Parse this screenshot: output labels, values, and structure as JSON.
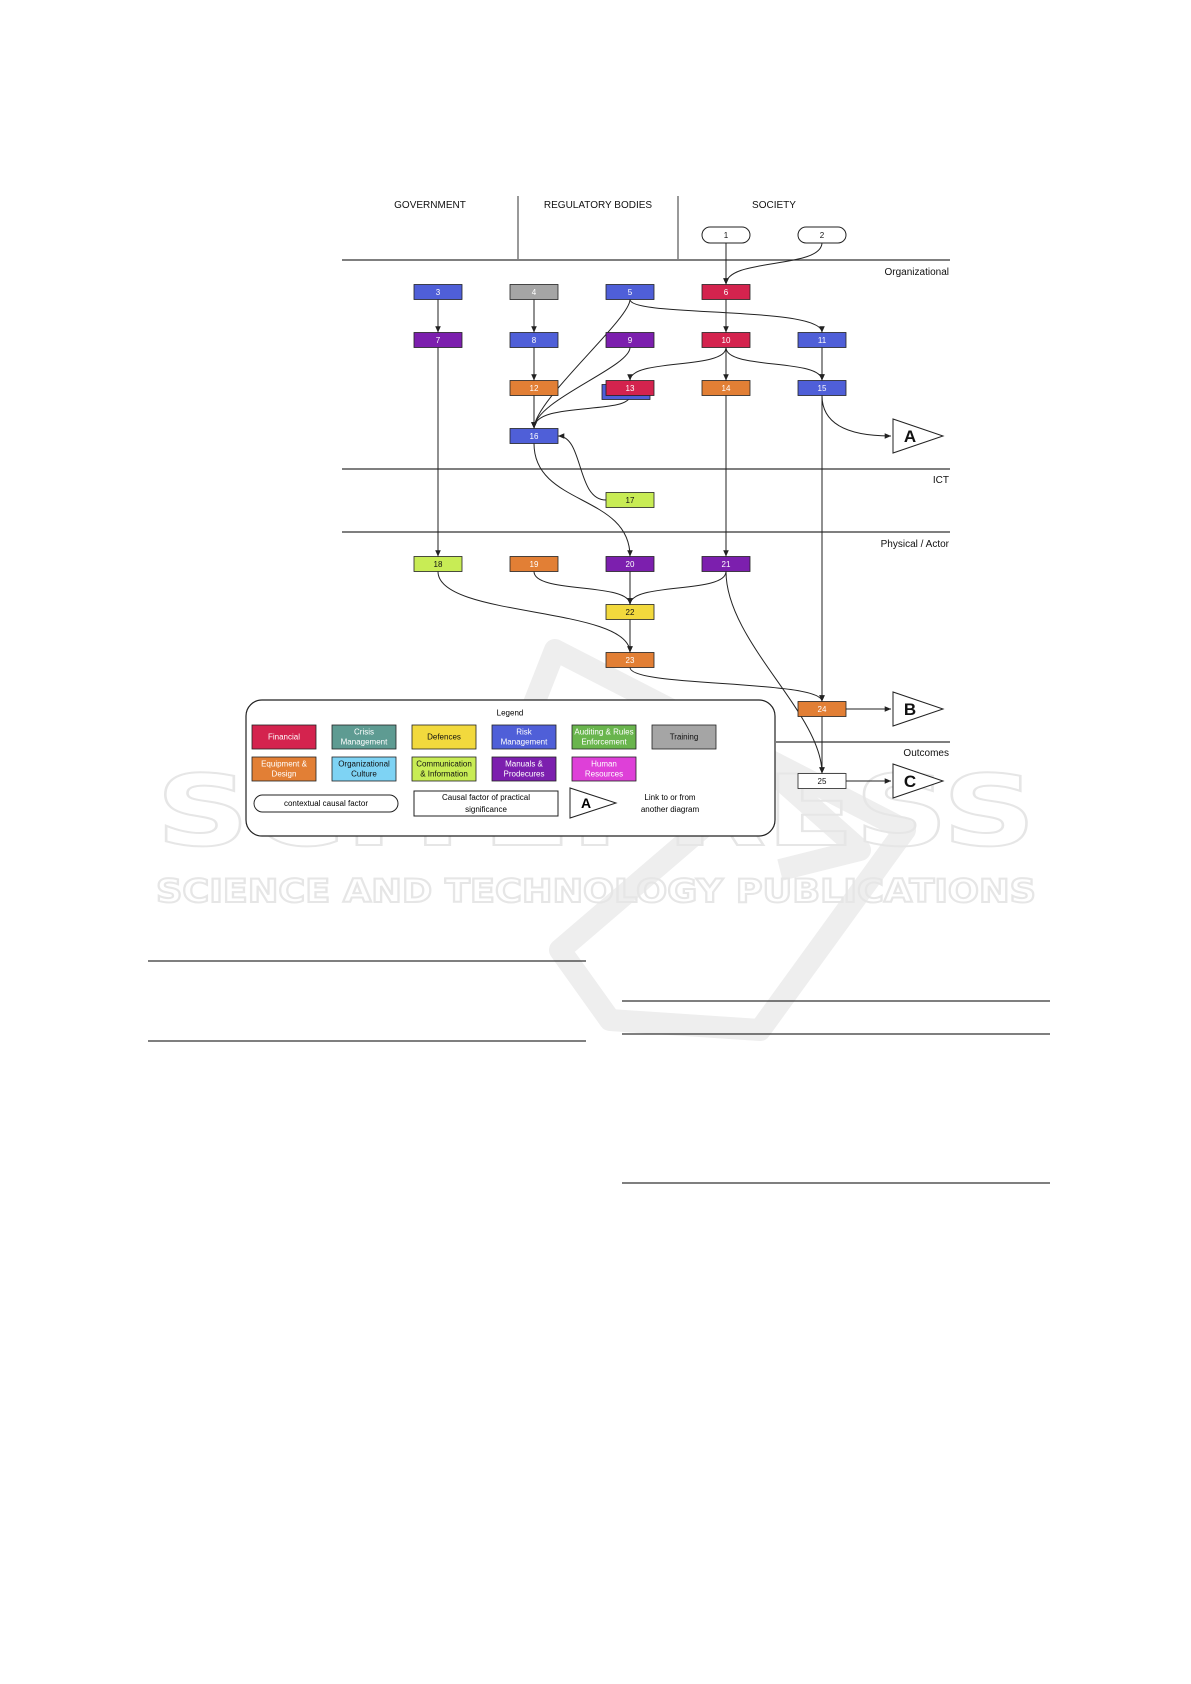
{
  "columns": [
    {
      "id": "government",
      "label": "GOVERNMENT"
    },
    {
      "id": "regulatory",
      "label": "REGULATORY BODIES"
    },
    {
      "id": "society",
      "label": "SOCIETY"
    }
  ],
  "bands": [
    {
      "id": "organizational",
      "label": "Organizational"
    },
    {
      "id": "ict",
      "label": "ICT"
    },
    {
      "id": "physical",
      "label": "Physical / Actor"
    },
    {
      "id": "outcomes",
      "label": "Outcomes"
    }
  ],
  "colors": {
    "financial": "#d4234e",
    "crisis": "#5e9b92",
    "defences": "#f2d93d",
    "risk": "#4f5fd8",
    "auditing": "#69b54d",
    "training": "#a5a5a5",
    "equipment": "#e27f35",
    "culture": "#7ed3f4",
    "communication": "#c8ec55",
    "manuals": "#7c1fae",
    "hr": "#de40d8"
  },
  "nodes": [
    {
      "id": "1",
      "label": "1",
      "type": "context"
    },
    {
      "id": "2",
      "label": "2",
      "type": "context"
    },
    {
      "id": "3",
      "label": "3",
      "category": "risk"
    },
    {
      "id": "4",
      "label": "4",
      "category": "training"
    },
    {
      "id": "5",
      "label": "5",
      "category": "risk"
    },
    {
      "id": "6",
      "label": "6",
      "category": "financial"
    },
    {
      "id": "7",
      "label": "7",
      "category": "manuals"
    },
    {
      "id": "8",
      "label": "8",
      "category": "risk"
    },
    {
      "id": "9",
      "label": "9",
      "category": "manuals"
    },
    {
      "id": "10",
      "label": "10",
      "category": "financial"
    },
    {
      "id": "11",
      "label": "11",
      "category": "risk"
    },
    {
      "id": "12",
      "label": "12",
      "category": "equipment"
    },
    {
      "id": "13",
      "label": "13",
      "category": "financial"
    },
    {
      "id": "14",
      "label": "14",
      "category": "equipment"
    },
    {
      "id": "15",
      "label": "15",
      "category": "risk"
    },
    {
      "id": "16",
      "label": "16",
      "category": "risk"
    },
    {
      "id": "17",
      "label": "17",
      "category": "communication"
    },
    {
      "id": "18",
      "label": "18",
      "category": "communication"
    },
    {
      "id": "19",
      "label": "19",
      "category": "equipment"
    },
    {
      "id": "20",
      "label": "20",
      "category": "manuals"
    },
    {
      "id": "21",
      "label": "21",
      "category": "manuals"
    },
    {
      "id": "22",
      "label": "22",
      "category": "defences"
    },
    {
      "id": "23",
      "label": "23",
      "category": "equipment"
    },
    {
      "id": "24",
      "label": "24",
      "category": "equipment"
    },
    {
      "id": "25",
      "label": "25",
      "category": "outcome"
    }
  ],
  "edges": [
    {
      "from": "1",
      "to": "6"
    },
    {
      "from": "2",
      "to": "6"
    },
    {
      "from": "3",
      "to": "7"
    },
    {
      "from": "4",
      "to": "8"
    },
    {
      "from": "5",
      "to": "11"
    },
    {
      "from": "5",
      "to": "16"
    },
    {
      "from": "6",
      "to": "10"
    },
    {
      "from": "7",
      "to": "18"
    },
    {
      "from": "8",
      "to": "12"
    },
    {
      "from": "9",
      "to": "16"
    },
    {
      "from": "10",
      "to": "13"
    },
    {
      "from": "10",
      "to": "14"
    },
    {
      "from": "10",
      "to": "15"
    },
    {
      "from": "11",
      "to": "15"
    },
    {
      "from": "12",
      "to": "16"
    },
    {
      "from": "13",
      "to": "16"
    },
    {
      "from": "14",
      "to": "21"
    },
    {
      "from": "15",
      "to": "24"
    },
    {
      "from": "15",
      "to": "A"
    },
    {
      "from": "16",
      "to": "20"
    },
    {
      "from": "17",
      "to": "16"
    },
    {
      "from": "18",
      "to": "23"
    },
    {
      "from": "19",
      "to": "22"
    },
    {
      "from": "20",
      "to": "22"
    },
    {
      "from": "21",
      "to": "22"
    },
    {
      "from": "21",
      "to": "25"
    },
    {
      "from": "22",
      "to": "23"
    },
    {
      "from": "23",
      "to": "24"
    },
    {
      "from": "24",
      "to": "25"
    },
    {
      "from": "24",
      "to": "B"
    },
    {
      "from": "25",
      "to": "C"
    }
  ],
  "links": [
    {
      "id": "A",
      "label": "A"
    },
    {
      "id": "B",
      "label": "B"
    },
    {
      "id": "C",
      "label": "C"
    }
  ],
  "legend": {
    "title": "Legend",
    "categories": [
      {
        "key": "financial",
        "lines": [
          "Financial"
        ]
      },
      {
        "key": "crisis",
        "lines": [
          "Crisis",
          "Management"
        ]
      },
      {
        "key": "defences",
        "lines": [
          "Defences"
        ]
      },
      {
        "key": "risk",
        "lines": [
          "Risk",
          "Management"
        ]
      },
      {
        "key": "auditing",
        "lines": [
          "Auditing & Rules",
          "Enforcement"
        ]
      },
      {
        "key": "training",
        "lines": [
          "Training"
        ]
      },
      {
        "key": "equipment",
        "lines": [
          "Equipment &",
          "Design"
        ]
      },
      {
        "key": "culture",
        "lines": [
          "Organizational",
          "Culture"
        ]
      },
      {
        "key": "communication",
        "lines": [
          "Communication",
          "& Information"
        ]
      },
      {
        "key": "manuals",
        "lines": [
          "Manuals &",
          "Prodecures"
        ]
      },
      {
        "key": "hr",
        "lines": [
          "Human",
          "Resources"
        ]
      }
    ],
    "contextual_label": "contextual causal factor",
    "practical_label_lines": [
      "Causal factor of practical",
      "significance"
    ],
    "link_symbol": "A",
    "link_label_lines": [
      "Link to or from",
      "another diagram"
    ]
  },
  "watermark": {
    "main": "SCITEPRESS",
    "sub": "SCIENCE AND TECHNOLOGY PUBLICATIONS"
  }
}
